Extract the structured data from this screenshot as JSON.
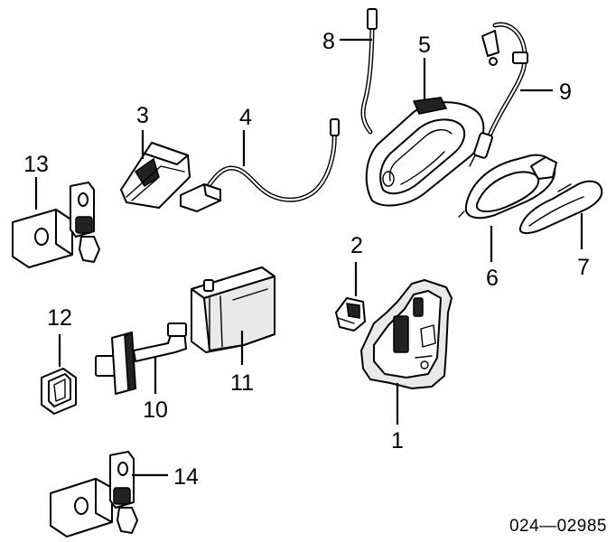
{
  "callouts": {
    "c1": "1",
    "c2": "2",
    "c3": "3",
    "c4": "4",
    "c5": "5",
    "c6": "6",
    "c7": "7",
    "c8": "8",
    "c9": "9",
    "c10": "10",
    "c11": "11",
    "c12": "12",
    "c13": "13",
    "c14": "14"
  },
  "diagram_code": "024—02985"
}
